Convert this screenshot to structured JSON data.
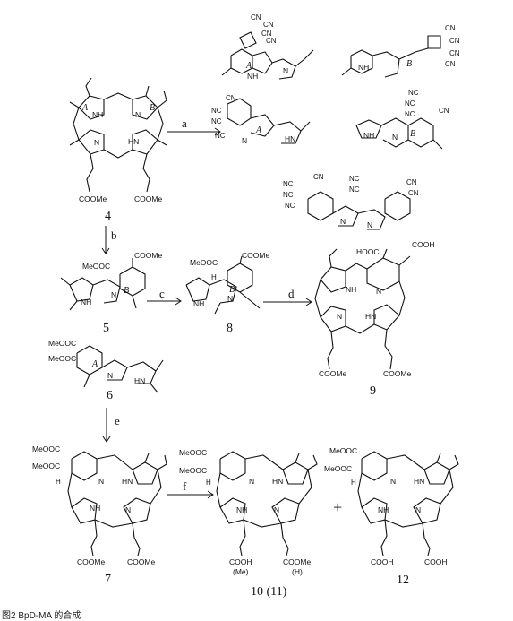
{
  "figure": {
    "caption": "图2  BpD-MA 的合成",
    "compounds": [
      "4",
      "5",
      "6",
      "7",
      "8",
      "9",
      "10 (11)",
      "12"
    ],
    "steps": [
      "a",
      "b",
      "c",
      "d",
      "e",
      "f"
    ],
    "plus_sign": "+",
    "ring_labels": {
      "A": "A",
      "B": "B"
    },
    "groups": {
      "nh": "NH",
      "hn": "HN",
      "n": "N",
      "coome": "COOMe",
      "meooc": "MeOOC",
      "cooh": "COOH",
      "hooc": "HOOC",
      "cn": "CN",
      "nc": "NC",
      "h": "H",
      "me_paren": "(Me)",
      "h_paren": "(H)"
    }
  }
}
